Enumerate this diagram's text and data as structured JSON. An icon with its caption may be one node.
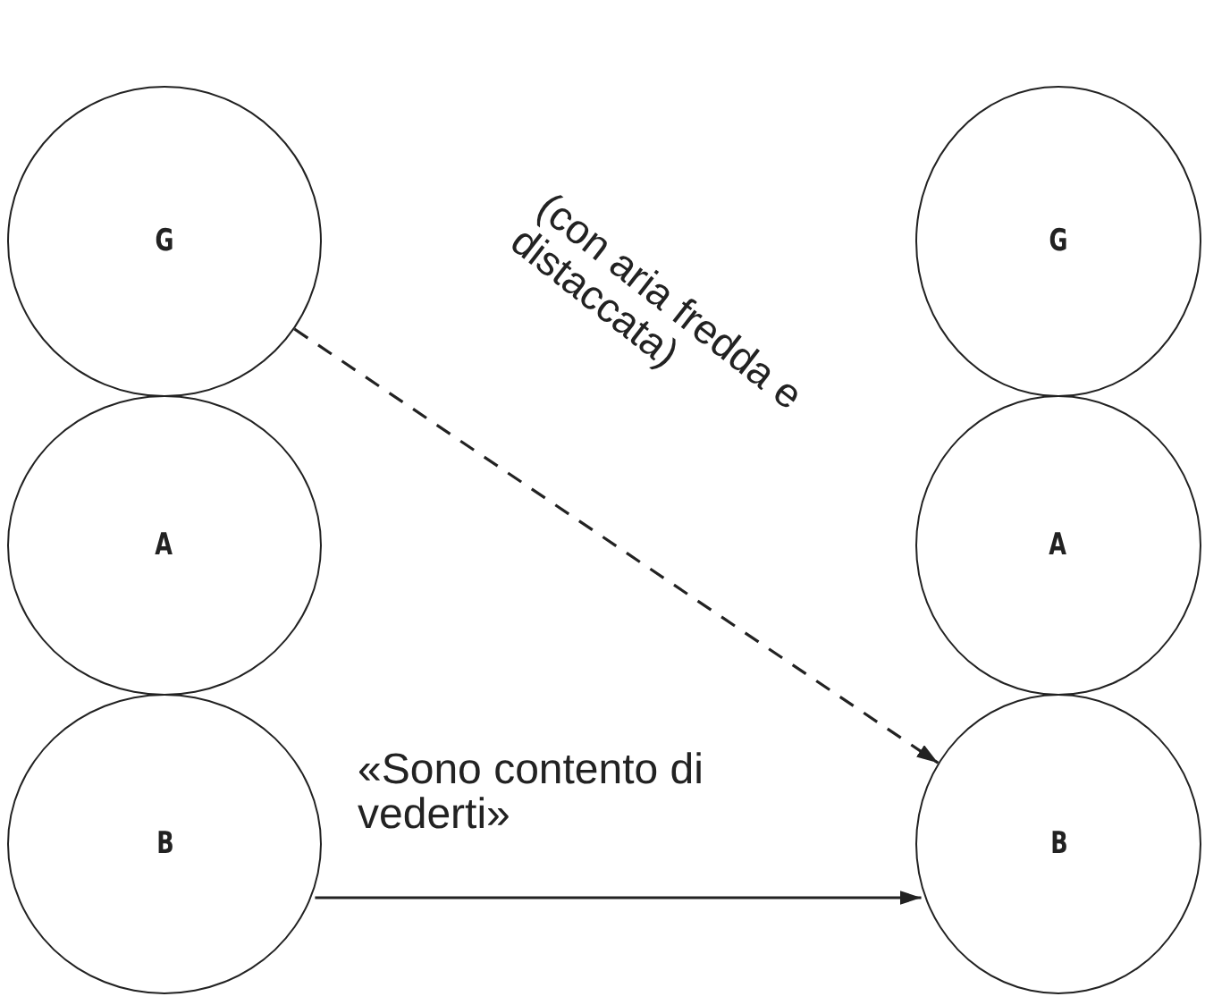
{
  "diagram": {
    "nodes": [
      {
        "text": [
          "G"
        ]
      },
      {
        "text": [
          "A"
        ]
      },
      {
        "text": [
          "B"
        ]
      },
      {
        "text": [
          "G"
        ]
      },
      {
        "text": [
          "A"
        ]
      },
      {
        "text": [
          "B"
        ]
      }
    ],
    "edges": [
      {
        "from": 0,
        "to": 5,
        "arrow": "to",
        "style": "dashed",
        "label": "(con aria fredda e distaccata)"
      },
      {
        "from": 2,
        "to": 5,
        "arrow": "to",
        "label": "«Sono contento di vederti»"
      }
    ]
  }
}
